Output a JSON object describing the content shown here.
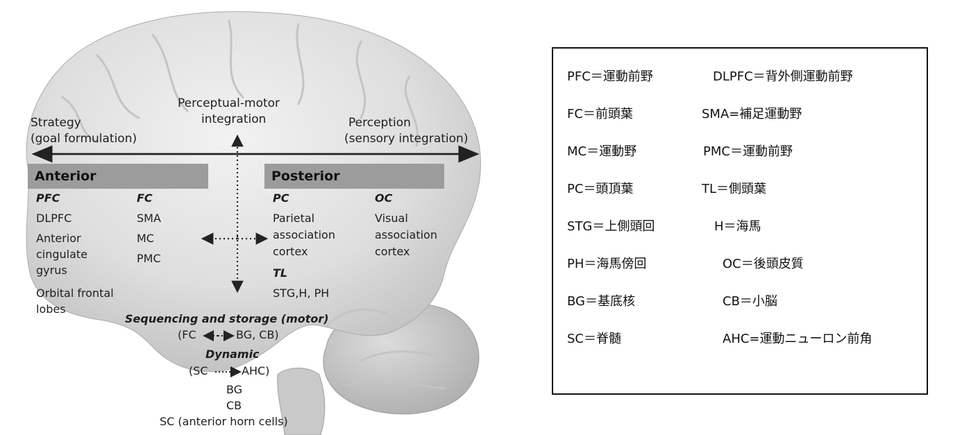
{
  "figure": {
    "axis_left": [
      "Strategy",
      "(goal formulation)"
    ],
    "axis_center": [
      "Perceptual-motor",
      "integration"
    ],
    "axis_right": [
      "Perception",
      "(sensory integration)"
    ],
    "anterior": {
      "heading": "Anterior",
      "col1_title": "PFC",
      "col1_items": [
        "DLPFC",
        "Anterior",
        "cingulate",
        "gyrus",
        "Orbital frontal",
        "lobes"
      ],
      "col2_title": "FC",
      "col2_items": [
        "SMA",
        "MC",
        "PMC"
      ]
    },
    "posterior": {
      "heading": "Posterior",
      "col1_title": "PC",
      "col1_items": [
        "Parietal",
        "association",
        "cortex"
      ],
      "col1_title2": "TL",
      "col1_items2": [
        "STG,H, PH"
      ],
      "col2_title": "OC",
      "col2_items": [
        "Visual",
        "association",
        "cortex"
      ]
    },
    "sequencing": {
      "title": "Sequencing and storage (motor)",
      "line": [
        "(FC",
        "BG, CB)"
      ]
    },
    "dynamic": {
      "title": "Dynamic",
      "line": [
        "(SC",
        "AHC)"
      ],
      "items": [
        "BG",
        "CB",
        "SC (anterior horn cells)"
      ]
    }
  },
  "legend": {
    "rows": [
      [
        "PFC＝運動前野",
        "DLPFC＝背外側運動前野"
      ],
      [
        "FC＝前頭葉",
        "SMA=補足運動野"
      ],
      [
        "MC＝運動野",
        "PMC＝運動前野"
      ],
      [
        "PC＝頭頂葉",
        "TL＝側頭葉"
      ],
      [
        "STG＝上側頭回",
        "H＝海馬"
      ],
      [
        "PH＝海馬傍回",
        "OC＝後頭皮質"
      ],
      [
        "BG＝基底核",
        "CB＝小脳"
      ],
      [
        "SC＝脊髄",
        "AHC=運動ニューロン前角"
      ]
    ]
  }
}
